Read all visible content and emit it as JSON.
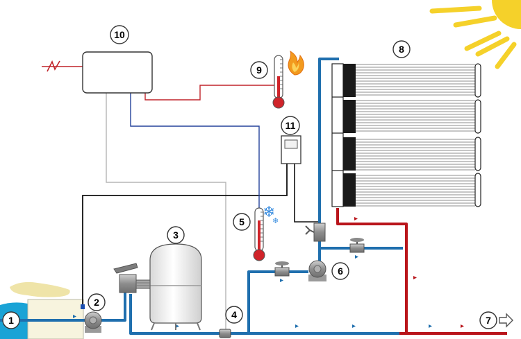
{
  "labels": {
    "n1": "1",
    "n2": "2",
    "n3": "3",
    "n4": "4",
    "n5": "5",
    "n6": "6",
    "n7": "7",
    "n8": "8",
    "n9": "9",
    "n10": "10",
    "n11": "11"
  },
  "icons": {
    "sun": "sun-icon",
    "flame": "flame-icon",
    "snowflake": "snowflake-icon",
    "power": "power-lightning-icon",
    "arrow": "outline-arrow-icon"
  },
  "colors": {
    "cold_pipe": "#1f6fae",
    "hot_pipe": "#b9151b",
    "sensor_wire_red": "#c0242a",
    "sensor_wire_blue": "#23419a",
    "control_wire": "#111111",
    "grey_wire": "#b5b5b5",
    "sun": "#f5d12a",
    "flame": "#f29a1e",
    "snow": "#3d8fe0"
  }
}
